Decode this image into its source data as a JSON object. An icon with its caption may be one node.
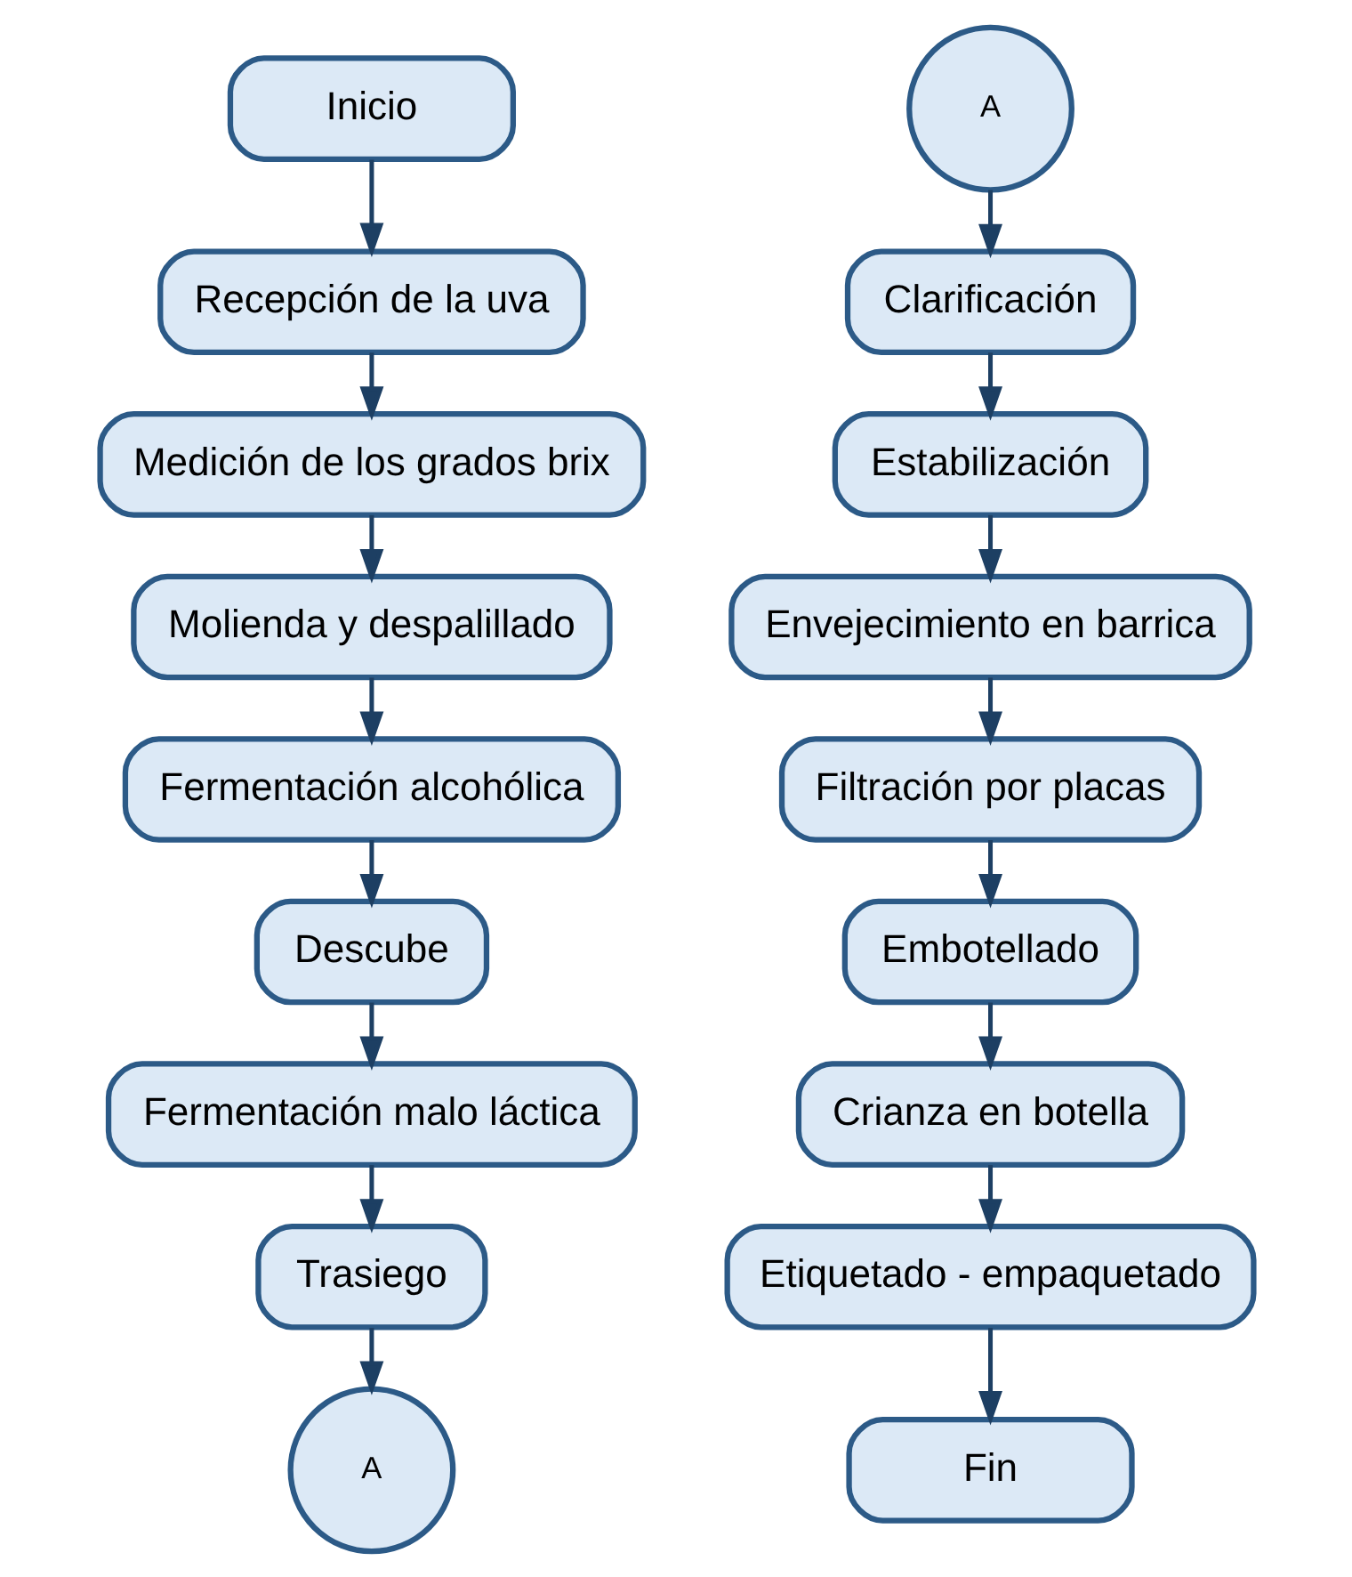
{
  "diagram": {
    "nodes": [
      {
        "text": [
          "Inicio"
        ]
      },
      {
        "text": [
          "Recepción de la uva"
        ]
      },
      {
        "text": [
          "Medición de los grados brix"
        ]
      },
      {
        "text": [
          "Molienda y despalillado"
        ]
      },
      {
        "text": [
          "Fermentación alcohólica"
        ]
      },
      {
        "text": [
          "Descube"
        ]
      },
      {
        "text": [
          "Fermentación malo láctica"
        ]
      },
      {
        "text": [
          "Trasiego"
        ]
      },
      {
        "text": [
          "A"
        ]
      },
      {
        "text": [
          "A"
        ]
      },
      {
        "text": [
          "Clarificación"
        ]
      },
      {
        "text": [
          "Estabilización"
        ]
      },
      {
        "text": [
          "Envejecimiento en barrica"
        ]
      },
      {
        "text": [
          "Filtración por placas"
        ]
      },
      {
        "text": [
          "Embotellado"
        ]
      },
      {
        "text": [
          "Crianza en botella"
        ]
      },
      {
        "text": [
          "Etiquetado - empaquetado"
        ]
      },
      {
        "text": [
          "Fin"
        ]
      }
    ],
    "edges": [
      {
        "from": 0,
        "to": 1,
        "arrow": "to"
      },
      {
        "from": 1,
        "to": 2,
        "arrow": "to"
      },
      {
        "from": 2,
        "to": 3,
        "arrow": "to"
      },
      {
        "from": 3,
        "to": 4,
        "arrow": "to"
      },
      {
        "from": 4,
        "to": 5,
        "arrow": "to"
      },
      {
        "from": 5,
        "to": 6,
        "arrow": "to"
      },
      {
        "from": 6,
        "to": 7,
        "arrow": "to"
      },
      {
        "from": 7,
        "to": 8,
        "arrow": "to"
      },
      {
        "from": 9,
        "to": 10,
        "arrow": "to"
      },
      {
        "from": 10,
        "to": 11,
        "arrow": "to"
      },
      {
        "from": 11,
        "to": 12,
        "arrow": "to"
      },
      {
        "from": 12,
        "to": 13,
        "arrow": "to"
      },
      {
        "from": 13,
        "to": 14,
        "arrow": "to"
      },
      {
        "from": 14,
        "to": 15,
        "arrow": "to"
      },
      {
        "from": 15,
        "to": 16,
        "arrow": "to"
      },
      {
        "from": 16,
        "to": 17,
        "arrow": "to"
      }
    ]
  }
}
